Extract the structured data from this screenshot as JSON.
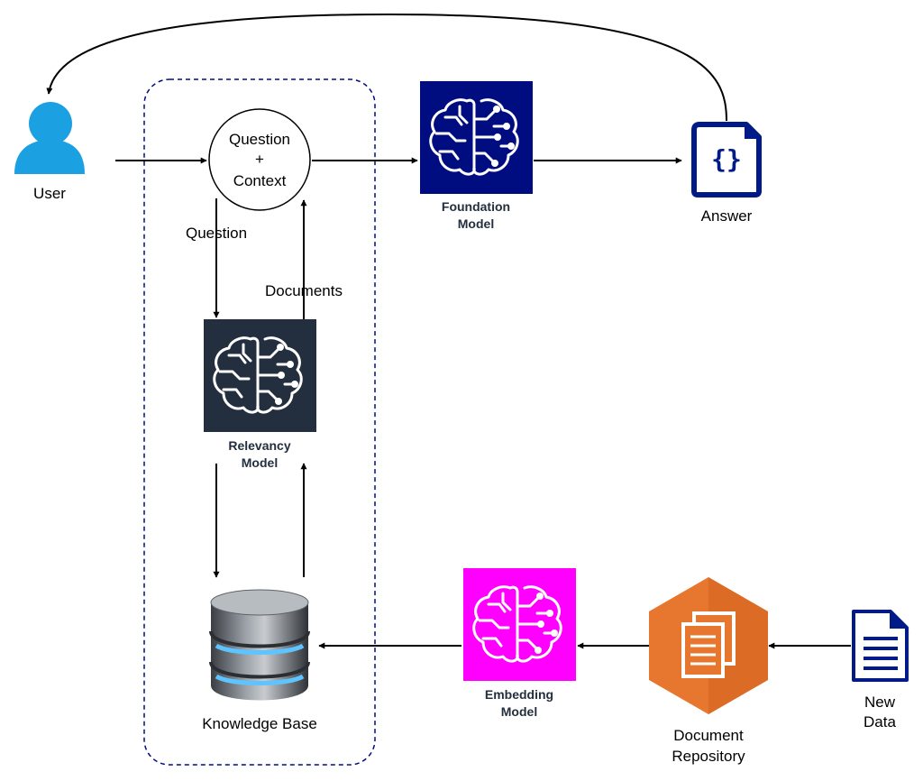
{
  "labels": {
    "user": "User",
    "qc_line1": "Question",
    "qc_line2": "+",
    "qc_line3": "Context",
    "edge_question": "Question",
    "edge_documents": "Documents",
    "foundation_line1": "Foundation",
    "foundation_line2": "Model",
    "answer": "Answer",
    "relevancy_line1": "Relevancy",
    "relevancy_line2": "Model",
    "knowledge_base": "Knowledge Base",
    "embedding_line1": "Embedding",
    "embedding_line2": "Model",
    "repository_line1": "Document",
    "repository_line2": "Repository",
    "new_data_line1": "New",
    "new_data_line2": "Data"
  },
  "icons": {
    "user": "user-icon",
    "foundation": "brain-circuit-icon",
    "relevancy": "brain-circuit-icon",
    "embedding": "brain-circuit-icon",
    "answer": "json-document-icon",
    "knowledge_base": "database-icon",
    "repository": "document-repository-icon",
    "new_data": "document-icon"
  },
  "colors": {
    "user": "#1ba1e2",
    "foundation": "#000d80",
    "relevancy": "#232f3e",
    "embedding": "#ff00ff",
    "answer": "#001b87",
    "repository": "#e7772e",
    "new_data": "#001b87",
    "boundary": "#000d80",
    "service_label": "#232f3e"
  }
}
